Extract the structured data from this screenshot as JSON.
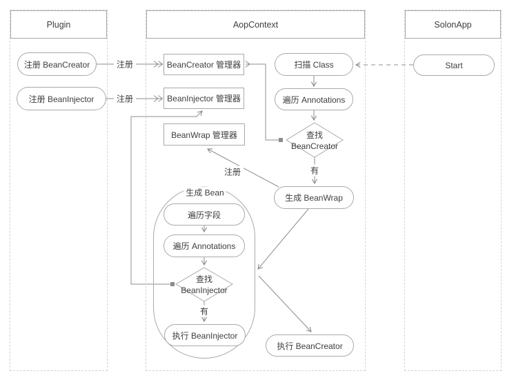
{
  "colors": {
    "text": "#3d3d3d",
    "node_border": "#a8a8a8",
    "lane_border": "#d2d2d2",
    "connector": "#8c8c8c",
    "background": "#ffffff"
  },
  "lanes": {
    "plugin": "Plugin",
    "aop_context": "AopContext",
    "solon_app": "SolonApp"
  },
  "nodes": {
    "register_bean_creator": "注册 BeanCreator",
    "register_bean_injector": "注册 BeanInjector",
    "bean_creator_manager": "BeanCreator 管理器",
    "bean_injector_manager": "BeanInjector 管理器",
    "bean_wrap_manager": "BeanWrap 管理器",
    "scan_class": "扫描 Class",
    "iterate_annotations": "遍历 Annotations",
    "find_bean_creator": "查找\nBeanCreator",
    "generate_bean_wrap": "生成 BeanWrap",
    "generate_bean": "生成 Bean",
    "iterate_fields": "遍历字段",
    "iterate_annotations_inner": "遍历 Annotations",
    "find_bean_injector": "查找\nBeanInjector",
    "execute_bean_injector": "执行 BeanInjector",
    "execute_bean_creator": "执行 BeanCreator",
    "start": "Start"
  },
  "edge_labels": {
    "register_creator": "注册",
    "register_injector": "注册",
    "register_wrap": "注册",
    "has_creator": "有",
    "has_injector": "有"
  }
}
